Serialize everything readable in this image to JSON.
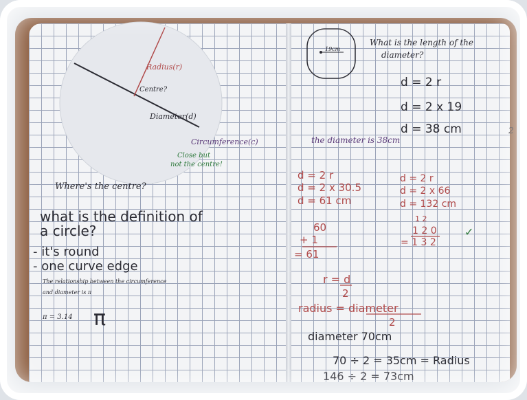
{
  "left_page": {
    "diagram": {
      "radius_label": "Radius(r)",
      "centre_label": "Centre?",
      "diameter_label": "Diameter(d)",
      "circumference_label": "Circumference(c)",
      "teacher_note_line1": "Close but",
      "teacher_note_line2": "not the centre!"
    },
    "question_centre": "Where's the centre?",
    "question_definition_line1": "what is the definition of",
    "question_definition_line2": "a circle?",
    "answer_line1": "- it's round",
    "answer_line2": "- one curve edge",
    "relationship_line1": "The relationship between the circumference",
    "relationship_line2": "and diameter is π",
    "pi_value": "π = 3.14",
    "pi_symbol": "π"
  },
  "right_page": {
    "small_circle_label": "19cm",
    "question_line1": "What is the length of the",
    "question_line2": "diameter?",
    "working": [
      "d = 2 r",
      "d = 2 x 19",
      "d = 38 cm"
    ],
    "answer": "the diameter is 38cm",
    "margin_mark": "2",
    "work_a": [
      "d = 2 r",
      "d = 2 x 30.5",
      "d = 61 cm"
    ],
    "work_b": [
      "d = 2 r",
      "d = 2 x 66",
      "d = 132 cm"
    ],
    "addition_a": [
      "60",
      "+ 1",
      "= 61"
    ],
    "addition_b": [
      "1 2",
      "1 2 0",
      "= 1 3 2"
    ],
    "tick": "✓",
    "formula_r": "r = d",
    "formula_r_den": "2",
    "formula_radius": "radius = diameter",
    "formula_radius_den": "2",
    "diameter_given": "diameter 70cm",
    "calc_line1": "70 ÷ 2 = 35cm = Radius",
    "calc_line2": "146 ÷ 2 = 73cm"
  }
}
